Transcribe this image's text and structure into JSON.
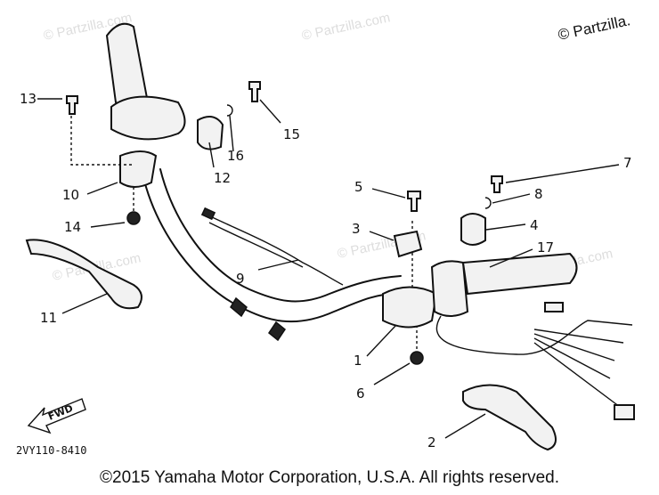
{
  "watermark": "© Partzilla.com",
  "corner_brand": "© Partzilla.",
  "diagram_code": "2VY110-8410",
  "fwd_label": "FWD",
  "copyright": "©2015  Yamaha Motor Corporation, U.S.A. All rights reserved.",
  "parts": {
    "p1": "1",
    "p2": "2",
    "p3": "3",
    "p4": "4",
    "p5": "5",
    "p6": "6",
    "p7": "7",
    "p8": "8",
    "p9": "9",
    "p10": "10",
    "p11": "11",
    "p12": "12",
    "p13": "13",
    "p14": "14",
    "p15": "15",
    "p16": "16",
    "p17": "17"
  }
}
